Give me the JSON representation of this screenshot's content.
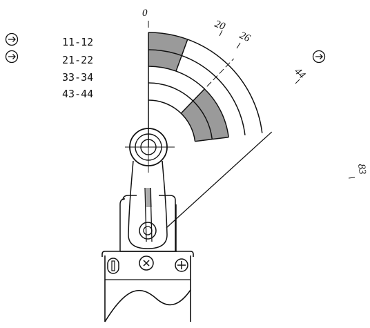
{
  "diagram": {
    "top_angle_label": "0",
    "angle_labels": [
      "20",
      "26",
      "44",
      "83"
    ],
    "contact_rows": [
      {
        "label": "11-12",
        "direction_marker": "arrow-circle-icon",
        "closed_ranges": [
          [
            0,
            20
          ]
        ]
      },
      {
        "label": "21-22",
        "direction_marker": "arrow-circle-icon",
        "closed_ranges": [
          [
            0,
            20
          ]
        ]
      },
      {
        "label": "33-34",
        "direction_marker": "",
        "closed_ranges": [
          [
            44,
            83
          ]
        ]
      },
      {
        "label": "43-44",
        "direction_marker": "",
        "closed_ranges": [
          [
            44,
            83
          ]
        ]
      }
    ],
    "travel_direction_marker": "arrow-circle-icon",
    "colors": {
      "closed": "#9a9a9a",
      "line": "#111111",
      "background": "#ffffff"
    },
    "icons": [
      "roller-lever-icon",
      "slot-screw-icon",
      "cross-screw-icon",
      "plus-screw-icon"
    ]
  }
}
